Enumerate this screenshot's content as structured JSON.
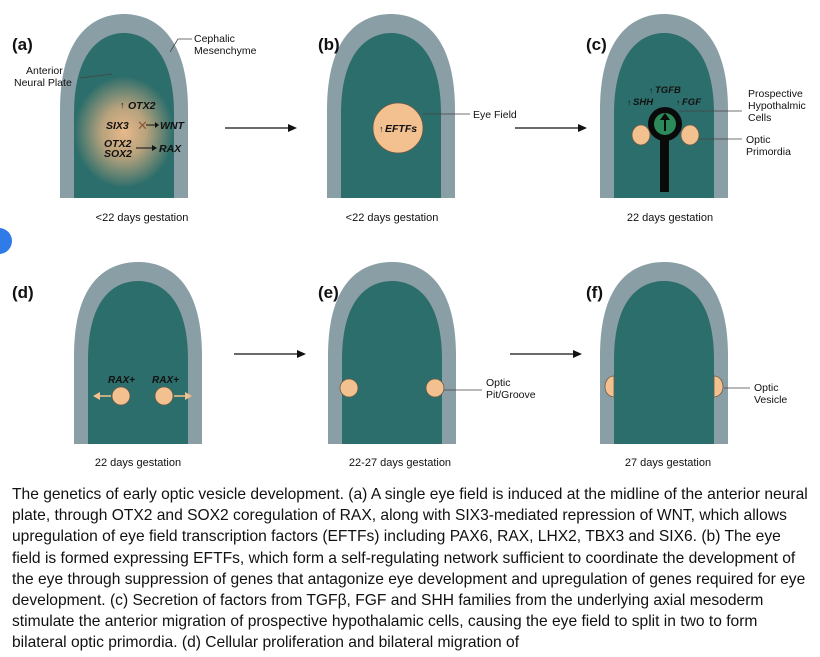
{
  "panels": [
    {
      "id": "a",
      "label": "(a)",
      "caption": "<22 days gestation"
    },
    {
      "id": "b",
      "label": "(b)",
      "caption": "<22 days gestation"
    },
    {
      "id": "c",
      "label": "(c)",
      "caption": "22 days gestation"
    },
    {
      "id": "d",
      "label": "(d)",
      "caption": "22 days gestation"
    },
    {
      "id": "e",
      "label": "(e)",
      "caption": "22-27 days gestation"
    },
    {
      "id": "f",
      "label": "(f)",
      "caption": "27 days gestation"
    }
  ],
  "labels": {
    "anterior_neural_plate": [
      "Anterior",
      "Neural Plate"
    ],
    "cephalic_mesenchyme": [
      "Cephalic",
      "Mesenchyme"
    ],
    "otx2": "OTX2",
    "six3": "SIX3",
    "wnt": "WNT",
    "otx2_sox2": [
      "OTX2",
      "SOX2"
    ],
    "rax": "RAX",
    "eftfs": "EFTFs",
    "eye_field": "Eye Field",
    "tgfb": "TGFB",
    "shh": "SHH",
    "fgf": "FGF",
    "prospective_hypothalamic": [
      "Prospective",
      "Hypothalmic",
      "Cells"
    ],
    "optic_primordia": [
      "Optic",
      "Primordia"
    ],
    "rax_plus": "RAX+",
    "optic_pit": [
      "Optic",
      "Pit/Groove"
    ],
    "optic_vesicle": [
      "Optic",
      "Vesicle"
    ]
  },
  "caption": "The genetics of early optic vesicle development. (a) A single eye field is induced at the midline of the anterior neural plate, through OTX2 and SOX2 coregulation of RAX, along with SIX3-mediated repression of WNT, which allows upregulation of eye field transcription factors (EFTFs) including PAX6, RAX, LHX2, TBX3 and SIX6. (b) The eye field is formed expressing EFTFs, which form a self-regulating network sufficient to coordinate the development of the eye through suppression of genes that antagonize eye development and upregulation of genes required for eye development. (c) Secretion of factors from TGFβ, FGF and SHH families from the underlying axial mesoderm stimulate the anterior migration of prospective hypothalamic cells, causing the eye field to split in two to form bilateral optic primordia. (d) Cellular proliferation and bilateral migration of",
  "colors": {
    "outer": "#8a9ea6",
    "plate": "#2c6e6b",
    "field": "#f3c08f",
    "arrow": "#111111"
  }
}
